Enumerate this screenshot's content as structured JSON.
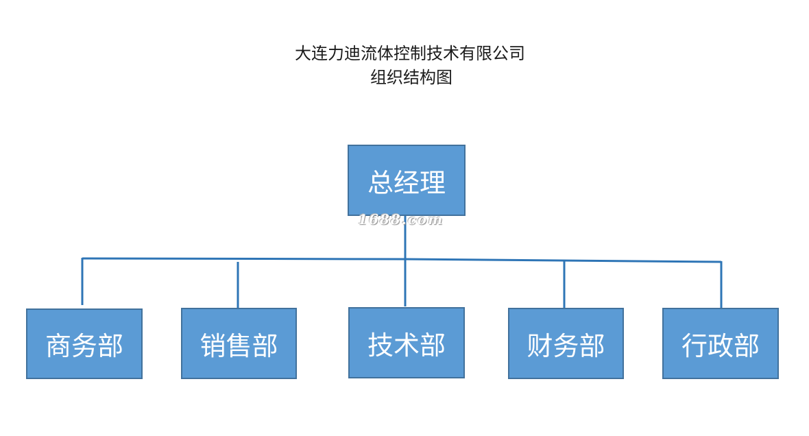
{
  "title": {
    "company": "大连力迪流体控制技术有限公司",
    "subtitle": "组织结构图"
  },
  "org": {
    "root": {
      "label": "总经理"
    },
    "departments": [
      {
        "label": "商务部"
      },
      {
        "label": "销售部"
      },
      {
        "label": "技术部"
      },
      {
        "label": "财务部"
      },
      {
        "label": "行政部"
      }
    ]
  },
  "watermark": {
    "text": "1688.com"
  },
  "colors": {
    "box_fill": "#5b9bd5",
    "box_border": "#41719c",
    "connector": "#2e75b6",
    "box_text": "#ffffff"
  }
}
